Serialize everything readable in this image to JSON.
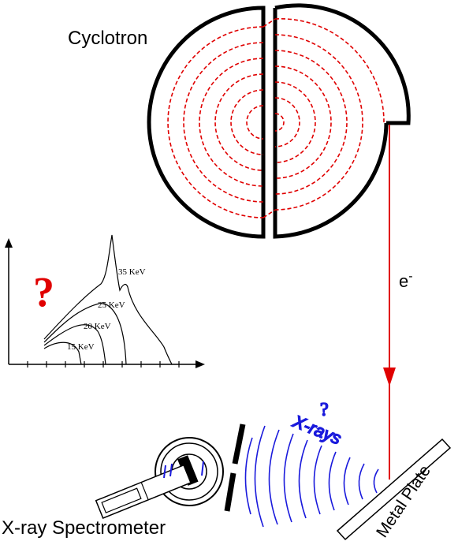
{
  "labels": {
    "cyclotron": "Cyclotron",
    "electron": "e",
    "electron_sup": "-",
    "xrays": "X-rays",
    "xrays_question": "?",
    "plot_question": "?",
    "metal_plate": "Metal Plate",
    "spectrometer": "X-ray Spectrometer"
  },
  "spectra": [
    {
      "label": "15 KeV"
    },
    {
      "label": "20 KeV"
    },
    {
      "label": "25 KeV"
    },
    {
      "label": "35 KeV"
    }
  ],
  "colors": {
    "beam": "#e00000",
    "orbit": "#e00000",
    "xray": "#1a1adc",
    "question_red": "#e00000",
    "ink": "#000000"
  }
}
